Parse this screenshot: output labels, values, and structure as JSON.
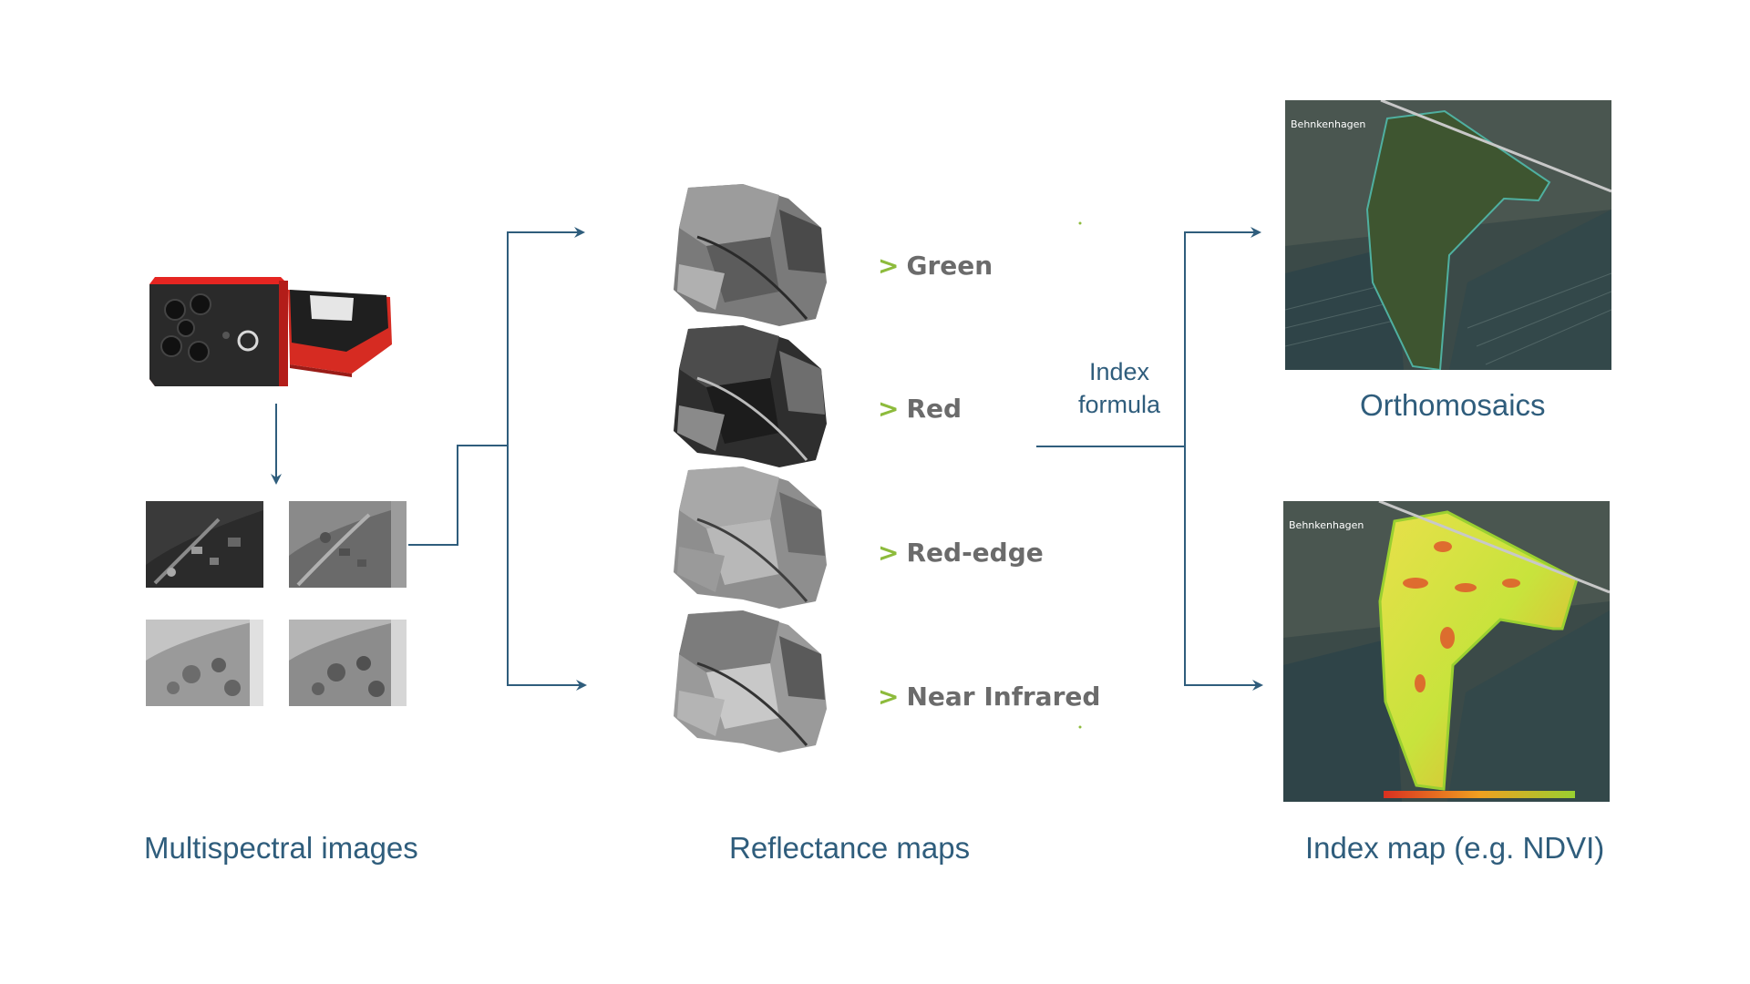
{
  "captions": {
    "multispectral": "Multispectral images",
    "reflectance": "Reflectance maps",
    "orthomosaics": "Orthomosaics",
    "index_map": "Index map (e.g. NDVI)"
  },
  "index_formula": [
    "Index",
    "formula"
  ],
  "bands": [
    {
      "chevron": ">",
      "label": "Green"
    },
    {
      "chevron": ">",
      "label": "Red"
    },
    {
      "chevron": ">",
      "label": "Red-edge"
    },
    {
      "chevron": ">",
      "label": "Near Infrared"
    }
  ],
  "map_place_label": "Behnkenhagen",
  "colors": {
    "arrow": "#2f5d7c",
    "caption": "#2f5d7c",
    "band_chevron": "#8dbb3c",
    "band_text": "#6b6b6b",
    "camera_red": "#e52521"
  }
}
